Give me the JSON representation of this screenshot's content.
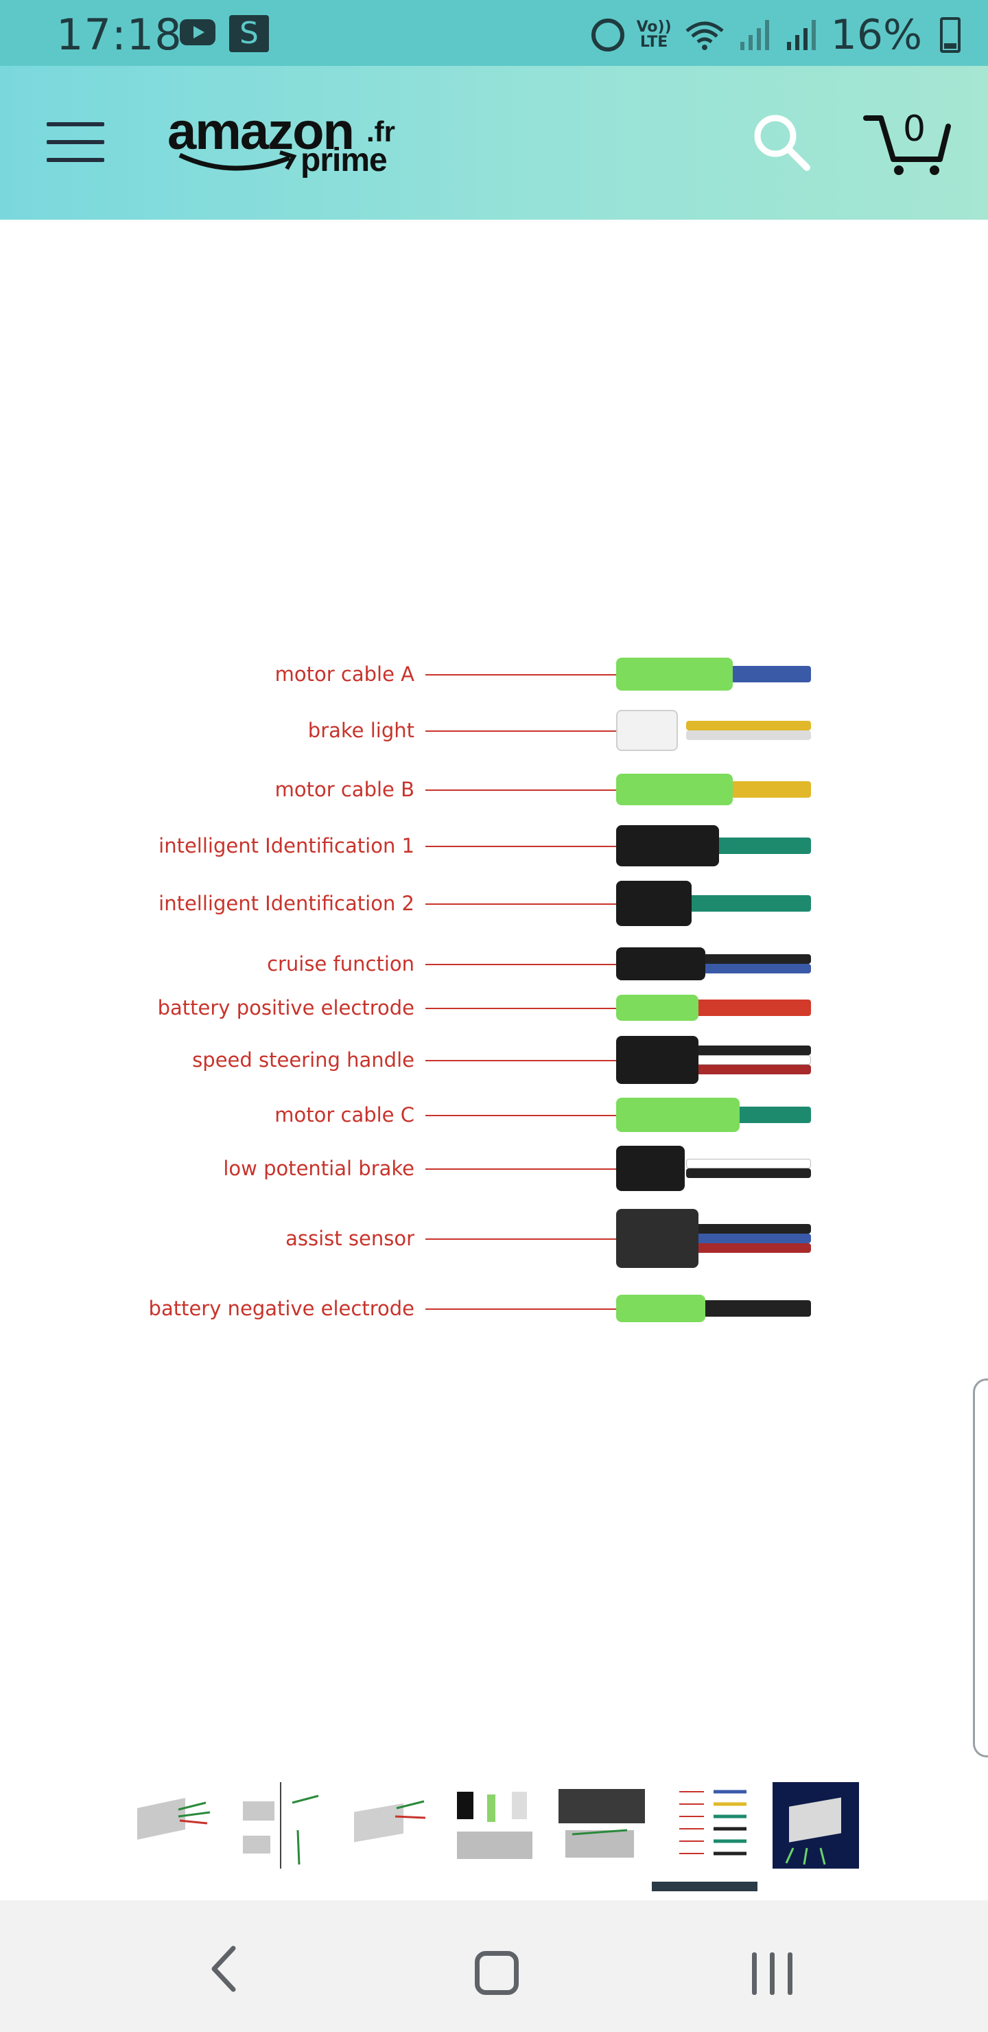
{
  "status_bar": {
    "time": "17:18",
    "s_app": "S",
    "volte_label": "Vo))\nLTE",
    "battery": "16%",
    "icons": [
      "youtube-icon",
      "s-app-icon",
      "alarm-icon",
      "volte-icon",
      "wifi-icon",
      "signal-icon",
      "battery-icon"
    ]
  },
  "header": {
    "logo_main": "amazon",
    "logo_suffix": ".fr",
    "logo_sub": "prime",
    "cart_count": "0",
    "accent": "#0f1111",
    "gradient_start": "#7ad8dd",
    "gradient_end": "#a6e6d2"
  },
  "product_image": {
    "label_color": "#c8332b",
    "labels": [
      "motor cable A",
      "brake light",
      "motor cable B",
      "intelligent Identification 1",
      "intelligent Identification 2",
      "cruise function",
      "battery positive electrode",
      "speed steering handle",
      "motor cable C",
      "low potential brake",
      "assist sensor",
      "battery negative electrode"
    ]
  },
  "thumbnails": {
    "count": 7,
    "selected_index": 5
  },
  "nav_bar": {
    "icons": [
      "back-icon",
      "home-icon",
      "recent-apps-icon"
    ]
  }
}
